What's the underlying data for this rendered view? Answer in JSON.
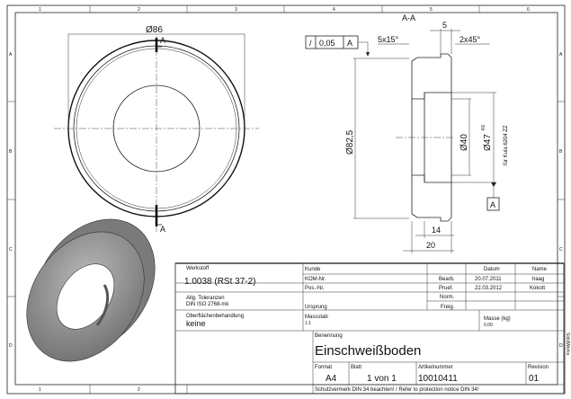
{
  "frame": {
    "columns": [
      "1",
      "2",
      "3",
      "4",
      "5",
      "6"
    ],
    "rows": [
      "A",
      "B",
      "C",
      "D"
    ],
    "vendor_mark": "SolidWorks"
  },
  "front_view": {
    "diameter_label": "Ø86",
    "section_marker_top": "A",
    "section_marker_bottom": "A"
  },
  "section_view": {
    "title": "A-A",
    "tolerance_frame": {
      "symbol": "/",
      "value": "0,05",
      "datum": "A"
    },
    "chamfer_left": "5x15°",
    "chamfer_right": "2x45°",
    "width_top": "5",
    "outer_diameter": "Ø82,5",
    "bore_diameter": "Ø40",
    "bearing_diameter": "Ø47",
    "bearing_tolerance": "K6",
    "bearing_note": "für Kula 6204 ZZ",
    "datum": "A",
    "depth": "14",
    "width": "20"
  },
  "title_block": {
    "werkstoff_label": "Werkstoff",
    "werkstoff": "1.0038 (RSt 37-2)",
    "tolerances_label": "Allg. Toleranzen",
    "tolerances": "DIN ISO 2768-mk",
    "surface_label": "Oberflächenbehandlung",
    "surface": "keine",
    "kunde": "Kunde",
    "kom_nr": "KOM-Nr.",
    "pos_nr": "Pos.-Nr.",
    "ursprung": "Ursprung",
    "datum_header": "Datum",
    "name_header": "Name",
    "approvals": [
      {
        "role": "Bearb.",
        "date": "20.07.2011",
        "name": "haag"
      },
      {
        "role": "Pruef.",
        "date": "22.03.2012",
        "name": "Kokott"
      },
      {
        "role": "Norm.",
        "date": "",
        "name": ""
      },
      {
        "role": "Freig.",
        "date": "",
        "name": ""
      }
    ],
    "scale_label": "Massstab",
    "scale": "1:1",
    "mass_label": "Masse (kg)",
    "mass": "0.00",
    "name_label": "Benennung",
    "name": "Einschweißboden",
    "format_label": "Format",
    "format": "A4",
    "sheet_label": "Blatt",
    "sheet": "1 von 1",
    "article_label": "Artikelnummer",
    "article": "10010411",
    "revision_label": "Revision",
    "revision": "01",
    "protection_notice": "Schutzvermerk DIN 34 beachten! / Refer to protection notice DIN 34!"
  }
}
